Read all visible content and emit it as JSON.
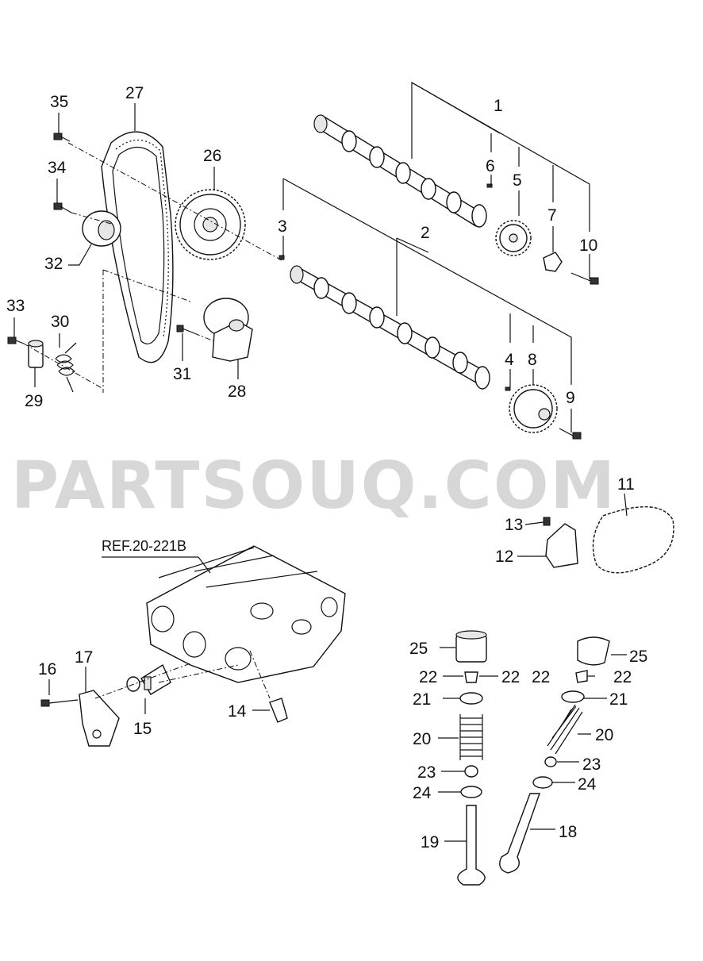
{
  "watermark": "PARTSOUQ.COM",
  "reference_label": "REF.20-221B",
  "callouts": {
    "c1": "1",
    "c2": "2",
    "c3": "3",
    "c4": "4",
    "c5": "5",
    "c6": "6",
    "c7": "7",
    "c8": "8",
    "c9": "9",
    "c10": "10",
    "c11": "11",
    "c12": "12",
    "c13": "13",
    "c14": "14",
    "c15": "15",
    "c16": "16",
    "c17": "17",
    "c18": "18",
    "c19": "19",
    "c20a": "20",
    "c20b": "20",
    "c21a": "21",
    "c21b": "21",
    "c22a": "22",
    "c22b": "22",
    "c22c": "22",
    "c22d": "22",
    "c23a": "23",
    "c23b": "23",
    "c24a": "24",
    "c24b": "24",
    "c25a": "25",
    "c25b": "25",
    "c26": "26",
    "c27": "27",
    "c28": "28",
    "c29": "29",
    "c30": "30",
    "c31": "31",
    "c32": "32",
    "c33": "33",
    "c34": "34",
    "c35": "35"
  }
}
